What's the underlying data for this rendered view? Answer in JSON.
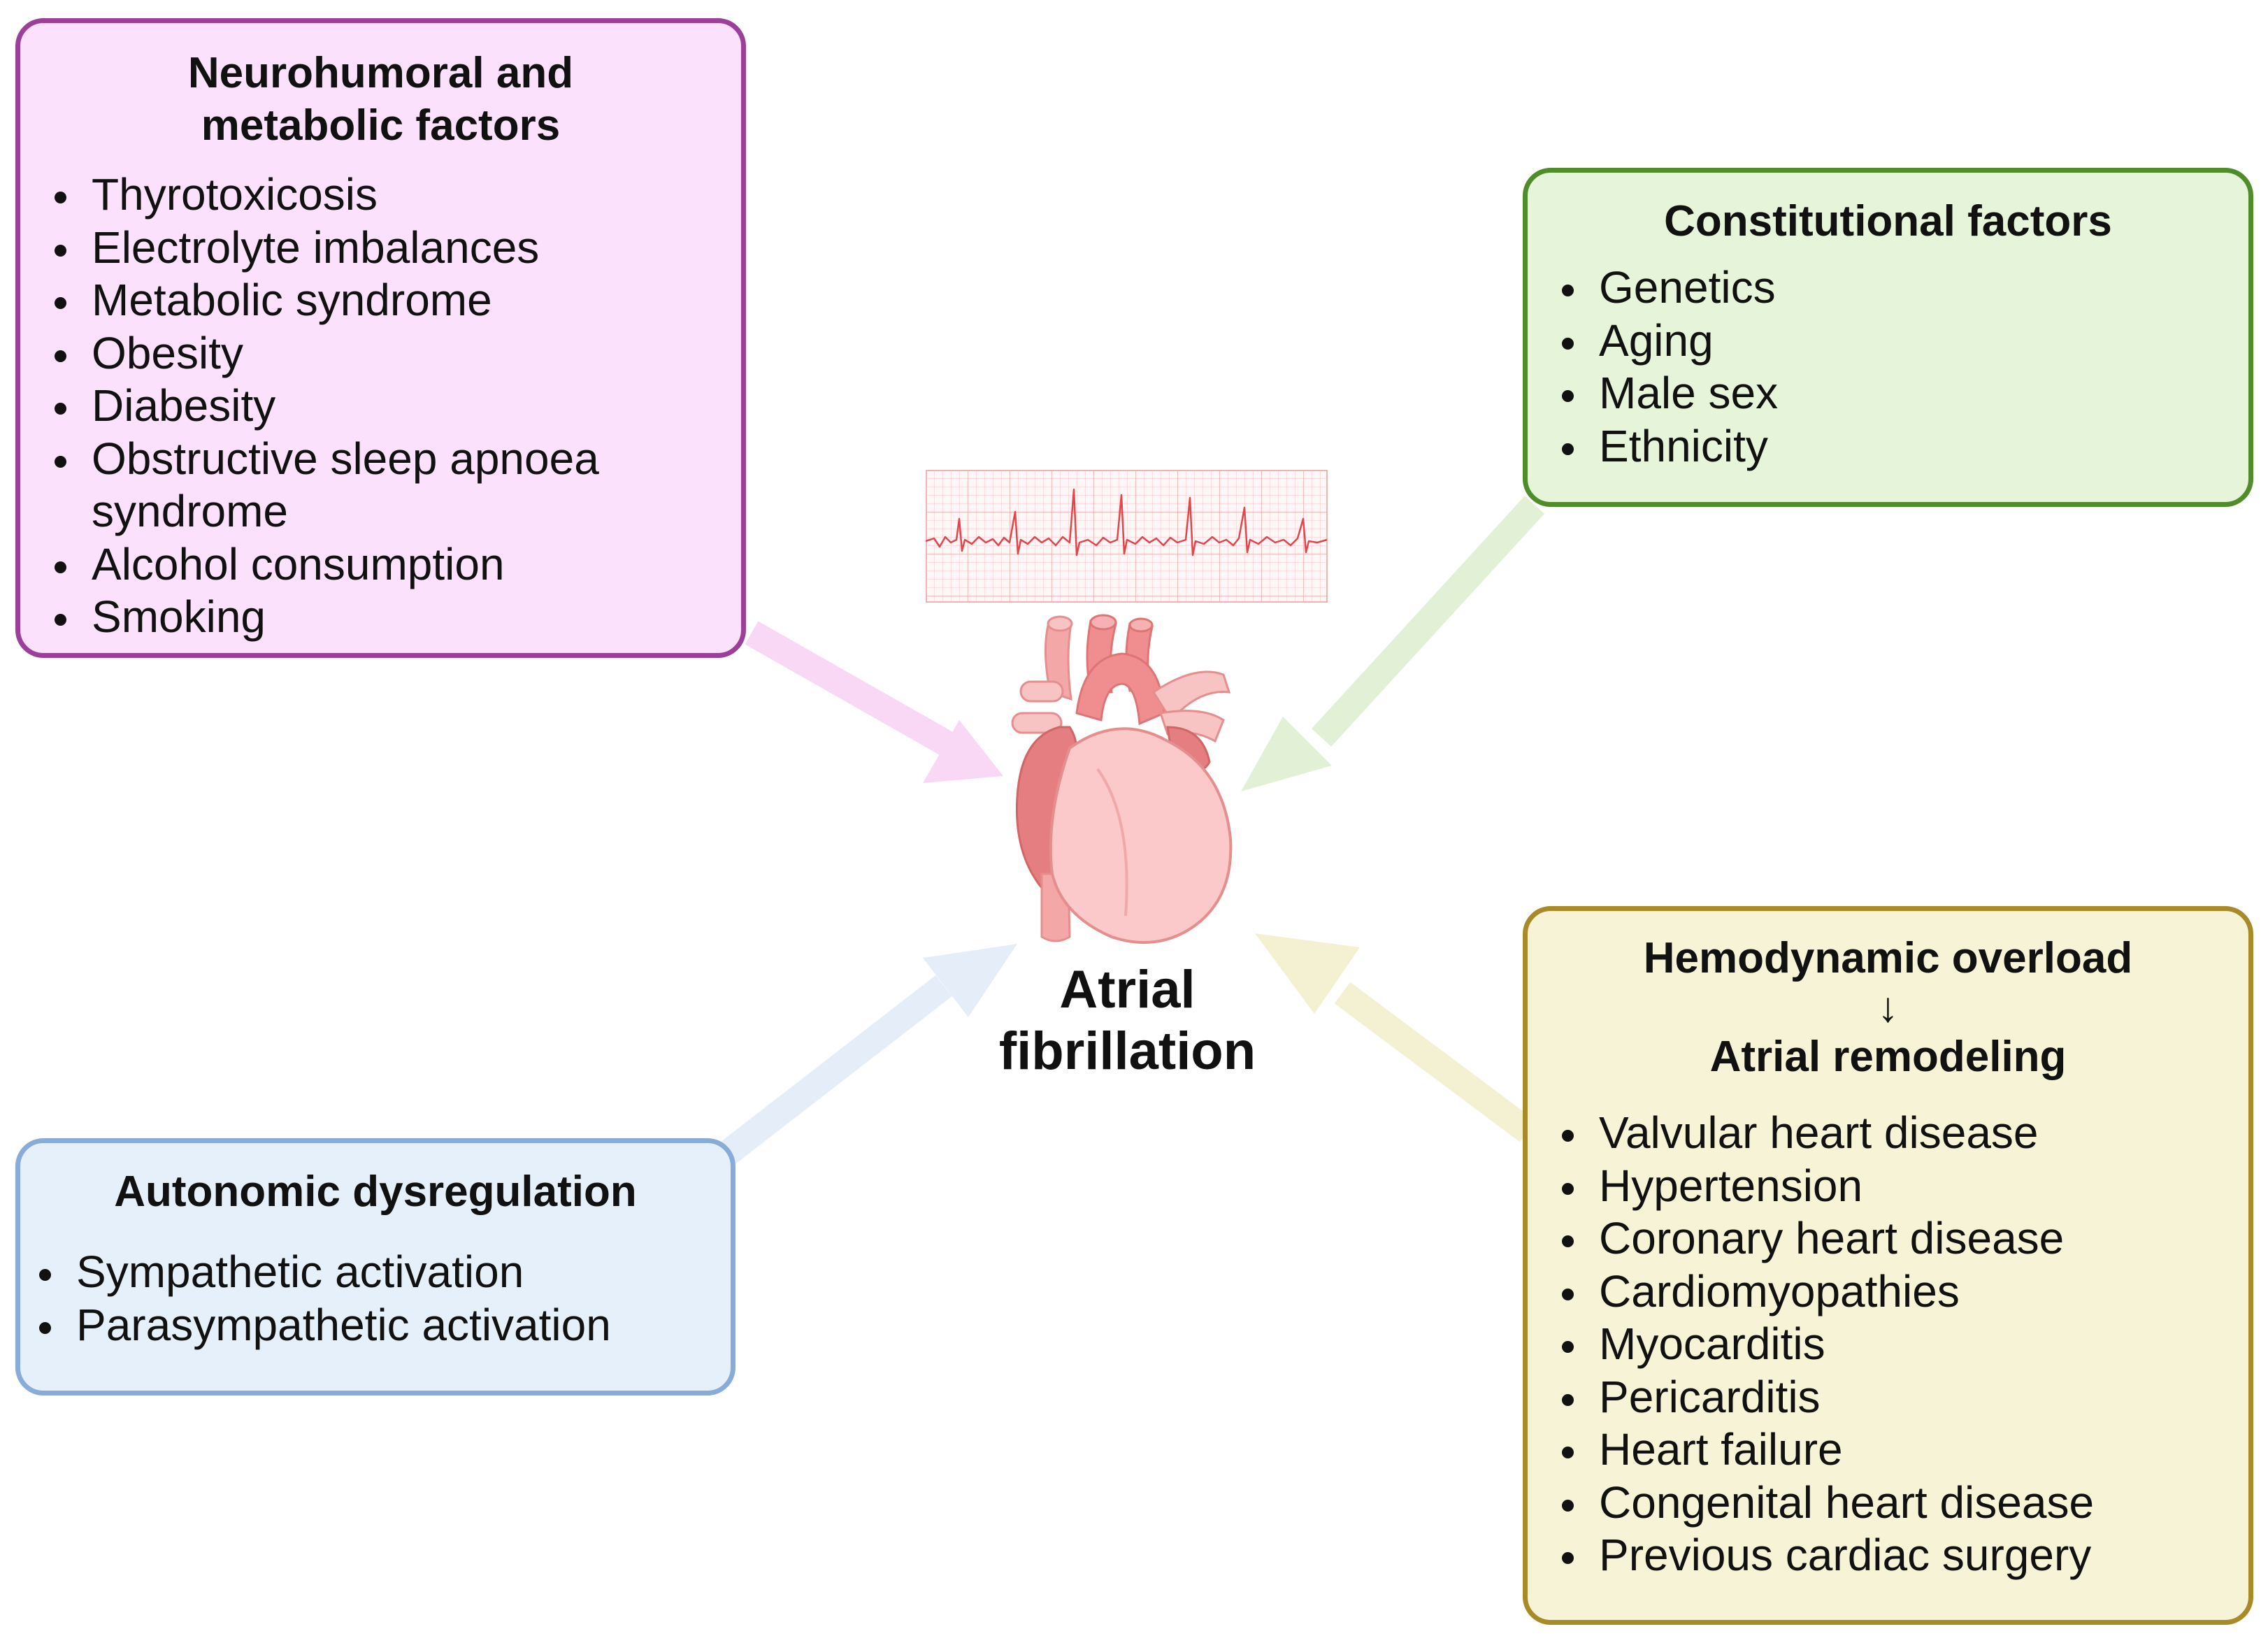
{
  "center": {
    "title_line1": "Atrial",
    "title_line2": "fibrillation"
  },
  "boxes": {
    "neurohumoral": {
      "title_line1": "Neurohumoral and",
      "title_line2": "metabolic factors",
      "items": [
        "Thyrotoxicosis",
        "Electrolyte imbalances",
        "Metabolic syndrome",
        "Obesity",
        "Diabesity",
        "Obstructive sleep apnoea syndrome",
        "Alcohol consumption",
        "Smoking"
      ],
      "color": "#9b3f99",
      "fill": "#fbe1fb"
    },
    "constitutional": {
      "title": "Constitutional factors",
      "items": [
        "Genetics",
        "Aging",
        "Male sex",
        "Ethnicity"
      ],
      "color": "#4f8d2a",
      "fill": "#e6f4d9"
    },
    "autonomic": {
      "title": "Autonomic dysregulation",
      "items": [
        "Sympathetic activation",
        "Parasympathetic activation"
      ],
      "color": "#88acd7",
      "fill": "#e6f0fa"
    },
    "hemodynamic": {
      "title_line1": "Hemodynamic overload",
      "arrow": "↓",
      "title_line2": "Atrial remodeling",
      "items": [
        "Valvular heart disease",
        "Hypertension",
        "Coronary heart disease",
        "Cardiomyopathies",
        "Myocarditis",
        "Pericarditis",
        "Heart failure",
        "Congenital heart disease",
        "Previous cardiac surgery"
      ],
      "color": "#a98a28",
      "fill": "#f6f3d6"
    }
  },
  "icons": {
    "ecg": "ecg-strip-icon",
    "heart": "heart-icon"
  }
}
